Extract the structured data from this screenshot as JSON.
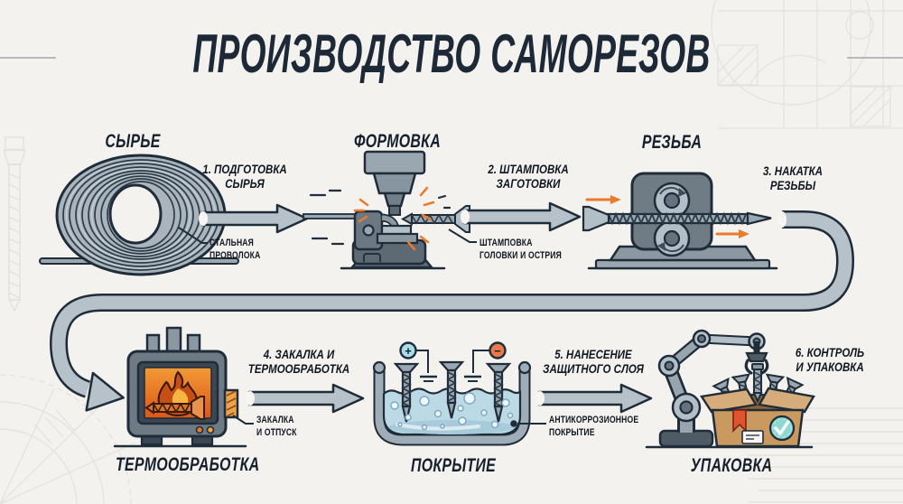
{
  "title": "ПРОИЗВОДСТВО САМОРЕЗОВ",
  "stations": {
    "raw_material": "СЫРЬЕ",
    "forming": "ФОРМОВКА",
    "threading": "РЕЗЬБА",
    "heat_treatment": "ТЕРМООБРАБОТКА",
    "coating": "ПОКРЫТИЕ",
    "packaging": "УПАКОВКА"
  },
  "steps": {
    "step1": "1. ПОДГОТОВКА\nСЫРЬЯ",
    "step2": "2. ШТАМПОВКА\nЗАГОТОВКИ",
    "step3": "3. НАКАТКА\nРЕЗЬБЫ",
    "step4": "4. ЗАКАЛКА И\nТЕРМООБРАБОТКА",
    "step5": "5. НАНЕСЕНИЕ\nЗАЩИТНОГО СЛОЯ",
    "step6": "6. КОНТРОЛЬ\nИ УПАКОВКА"
  },
  "callouts": {
    "steel_wire": "СТАЛЬНАЯ\nПРОВОЛОКА",
    "head_point_stamping": "ШТАМПОВКА\nГОЛОВКИ И ОСТРИЯ",
    "quench_temper": "ЗАКАЛКА\nИ ОТПУСК",
    "anticorrosion_coating": "АНТИКОРРОЗИОННОЕ\nПОКРЫТИЕ"
  },
  "electrodes": {
    "plus": "+",
    "minus": "−"
  },
  "colors": {
    "background": "#f4f2ef",
    "outline_navy": "#1f2c39",
    "text_dark": "#10161f",
    "arrow_gray": "#b6c1c9",
    "machine_gray": "#8b98a2",
    "accent_orange": "#e8762c",
    "fire_orange": "#e05a1a",
    "fire_yellow": "#f6b53e",
    "liquid_blue": "#bcd9e6",
    "electrode_plus_blue": "#abdcec",
    "electrode_minus_orange": "#e87a4e",
    "box_tan": "#c9995f",
    "badge_teal": "#8ed7d3",
    "sketch_gray": "#e2e2dc"
  }
}
